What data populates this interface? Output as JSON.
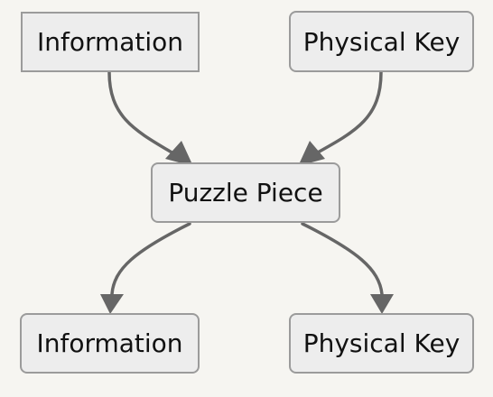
{
  "nodes": {
    "top_left": {
      "label": "Information"
    },
    "top_right": {
      "label": "Physical Key"
    },
    "center": {
      "label": "Puzzle Piece"
    },
    "bottom_left": {
      "label": "Information"
    },
    "bottom_right": {
      "label": "Physical Key"
    }
  },
  "edges": [
    {
      "from": "top_left",
      "to": "center"
    },
    {
      "from": "top_right",
      "to": "center"
    },
    {
      "from": "center",
      "to": "bottom_left"
    },
    {
      "from": "center",
      "to": "bottom_right"
    }
  ],
  "colors": {
    "background": "#f6f5f1",
    "node_fill": "#ededed",
    "node_border": "#9b9b9b",
    "edge": "#666666",
    "text": "#111111"
  }
}
